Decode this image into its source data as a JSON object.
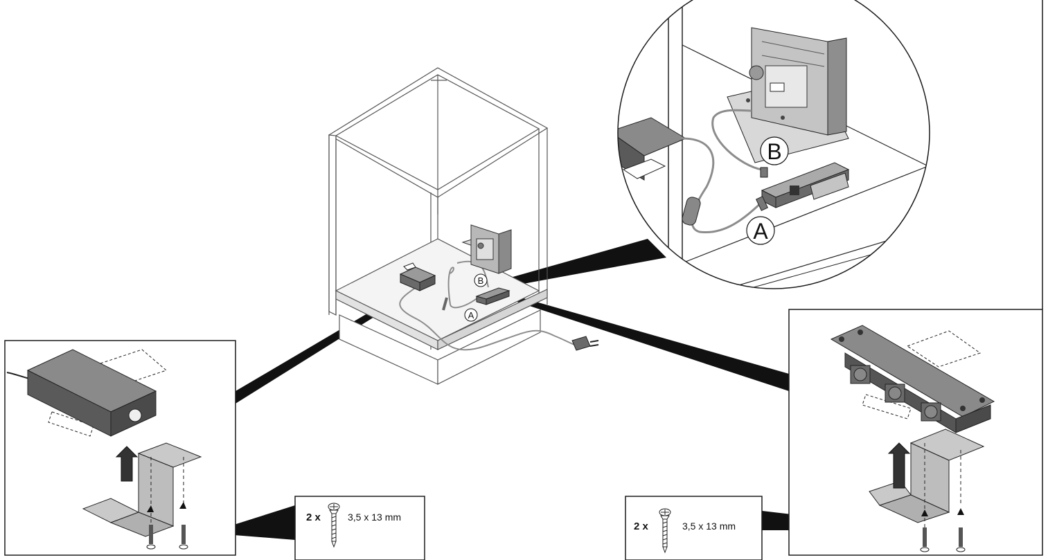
{
  "callouts": {
    "main_b": "B",
    "main_a": "A",
    "zoom_b": "B",
    "zoom_a": "A"
  },
  "screw_left": {
    "quantity": "2 x",
    "size": "3,5 x 13 mm"
  },
  "screw_right": {
    "quantity": "2 x",
    "size": "3,5 x 13 mm"
  },
  "colors": {
    "stroke": "#1a1a1a",
    "device_dark": "#5a5a5a",
    "device_mid": "#8a8a8a",
    "metal": "#c9c9c9",
    "cable": "#8c8c8c"
  }
}
